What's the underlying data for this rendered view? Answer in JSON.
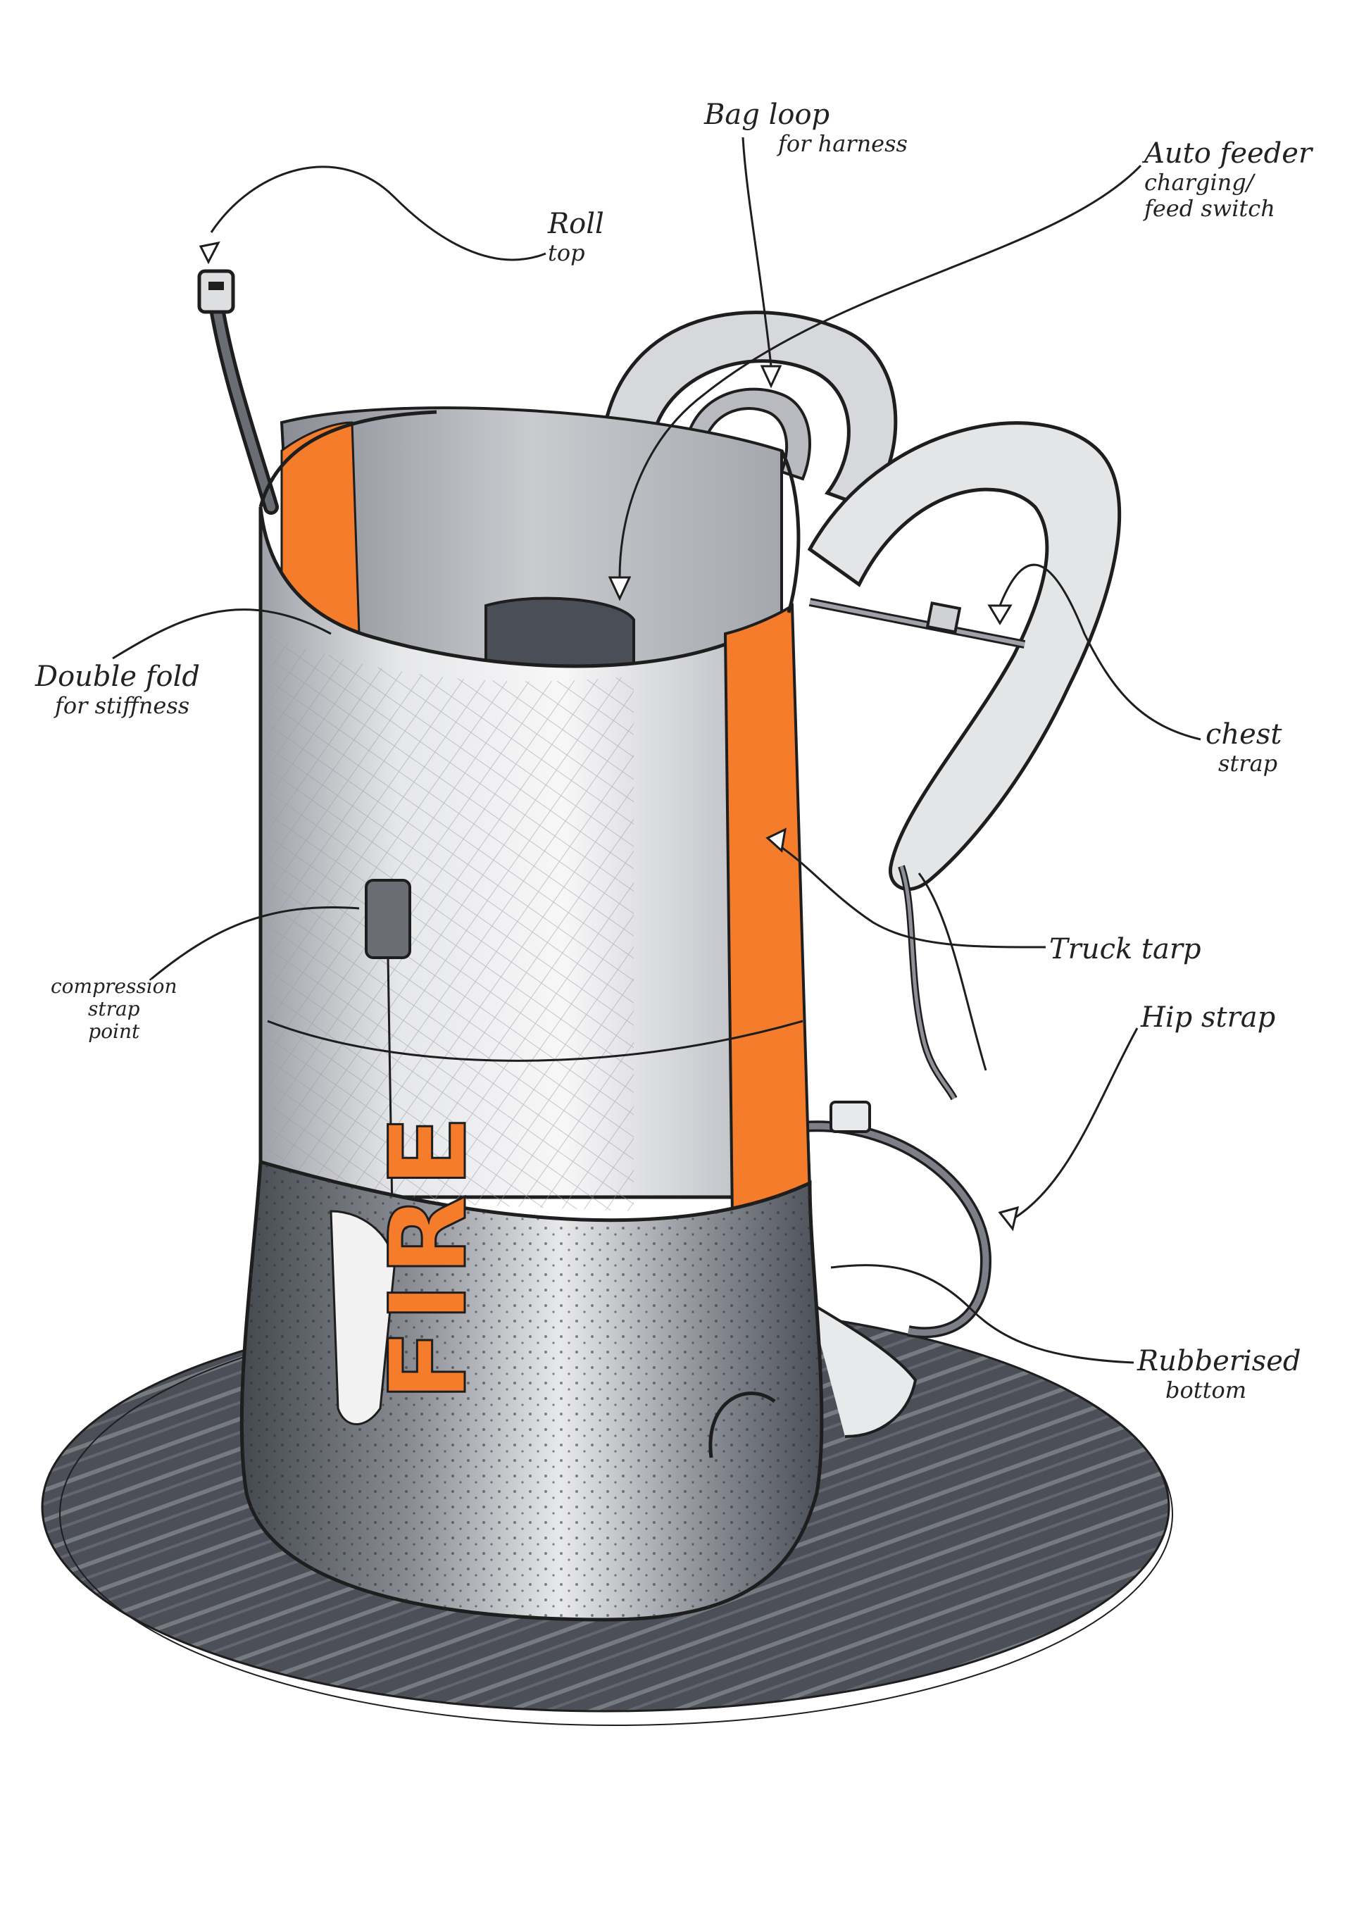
{
  "brand_text": "FIRE",
  "colors": {
    "orange": "#f47c2b",
    "ink": "#1e1e1e",
    "grey_dark": "#4a4e57",
    "grey_mid": "#8a8d94",
    "grey_light": "#d8d9dc"
  },
  "annotations": {
    "roll_top": {
      "line1": "Roll",
      "line2": "top"
    },
    "bag_loop": {
      "line1": "Bag loop",
      "line2": "for harness"
    },
    "auto_feeder": {
      "line1": "Auto feeder",
      "line2": "charging/",
      "line3": "feed switch"
    },
    "double_fold": {
      "line1": "Double fold",
      "line2": "for stiffness"
    },
    "chest_strap": {
      "line1": "chest",
      "line2": "strap"
    },
    "compression": {
      "line1": "compression",
      "line2": "strap",
      "line3": "point"
    },
    "truck_tarp": {
      "line1": "Truck tarp"
    },
    "hip_strap": {
      "line1": "Hip strap"
    },
    "rubberised": {
      "line1": "Rubberised",
      "line2": "bottom"
    }
  }
}
